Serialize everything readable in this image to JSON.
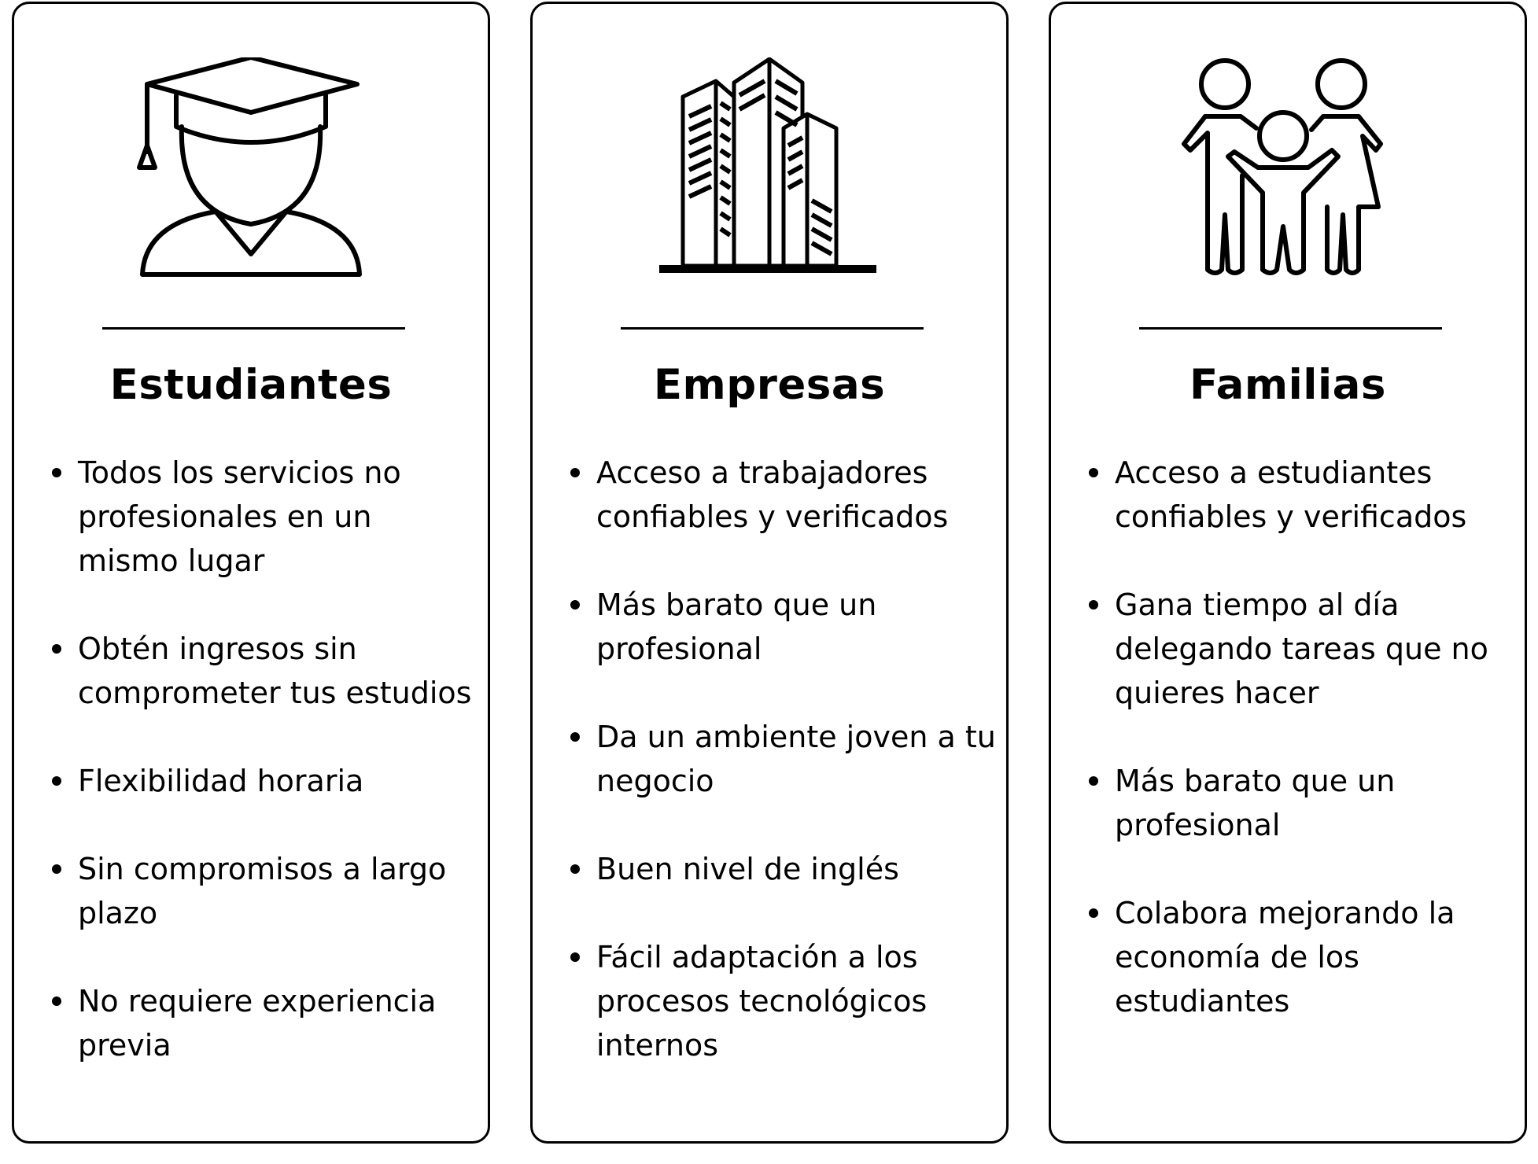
{
  "cards": [
    {
      "icon": "graduate-icon",
      "title": "Estudiantes",
      "items": [
        "Todos los servicios no profesionales en un mismo lugar",
        "Obtén ingresos sin comprometer tus estudios",
        "Flexibilidad horaria",
        "Sin compromisos a largo plazo",
        "No requiere experiencia previa"
      ]
    },
    {
      "icon": "buildings-icon",
      "title": "Empresas",
      "items": [
        "Acceso a trabajadores confiables y verificados",
        "Más barato que un profesional",
        "Da un ambiente joven a tu negocio",
        "Buen nivel de inglés",
        "Fácil adaptación a los procesos tecnológicos internos"
      ]
    },
    {
      "icon": "family-icon",
      "title": "Familias",
      "items": [
        "Acceso a estudiantes confiables y verificados",
        "Gana tiempo al día delegando tareas que no quieres hacer",
        "Más barato que un profesional",
        "Colabora mejorando la economía de los estudiantes"
      ]
    }
  ]
}
